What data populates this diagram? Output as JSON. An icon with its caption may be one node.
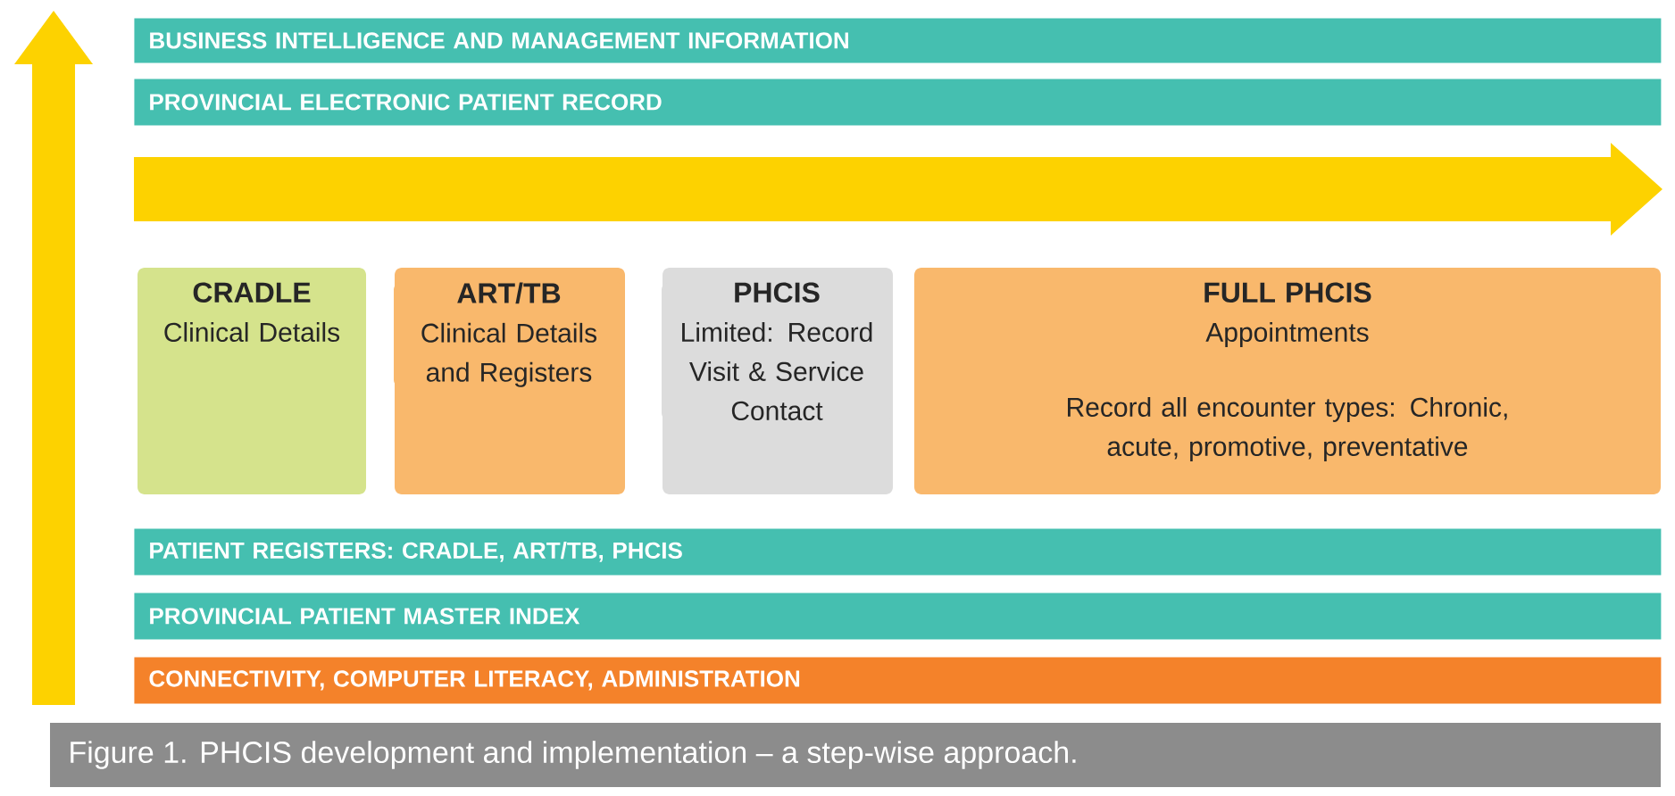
{
  "diagram": {
    "caption": "Figure 1. PHCIS development and implementation – a step-wise approach.",
    "nodes": [
      {
        "text": [
          "BUSINESS INTELLIGENCE AND MANAGEMENT INFORMATION"
        ]
      },
      {
        "text": [
          "PROVINCIAL ELECTRONIC PATIENT RECORD"
        ]
      },
      {
        "text": [
          "CRADLE",
          "Clinical Details"
        ]
      },
      {
        "text": [
          "ART/TB",
          "Clinical Details and Registers"
        ]
      },
      {
        "text": [
          "PHCIS",
          "Limited: Record Visit & Service Contact"
        ]
      },
      {
        "text": [
          "FULL PHCIS",
          "Appointments",
          "Record all encounter types: Chronic, acute, promotive, preventative"
        ]
      },
      {
        "text": [
          "PATIENT REGISTERS: CRADLE, ART/TB, PHCIS"
        ]
      },
      {
        "text": [
          "PROVINCIAL PATIENT MASTER INDEX"
        ]
      },
      {
        "text": [
          "CONNECTIVITY, COMPUTER LITERACY, ADMINISTRATION"
        ]
      }
    ]
  }
}
